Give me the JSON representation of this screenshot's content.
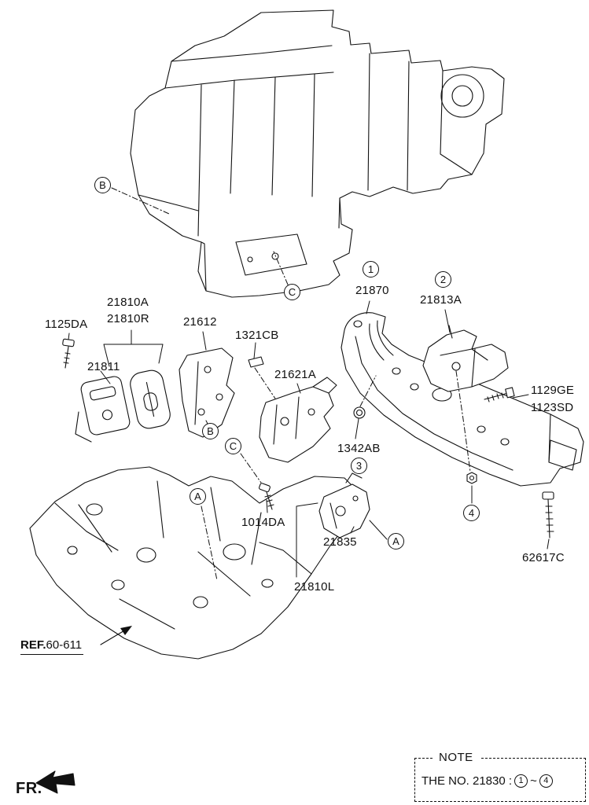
{
  "page": {
    "background": "#ffffff",
    "line_color": "#111111"
  },
  "parts": {
    "p1125DA": "1125DA",
    "p21810A": "21810A",
    "p21810R": "21810R",
    "p21811": "21811",
    "p21612": "21612",
    "p1321CB": "1321CB",
    "p21621A": "21621A",
    "p21870": "21870",
    "p21813A": "21813A",
    "p1129GE": "1129GE",
    "p1123SD": "1123SD",
    "p1342AB": "1342AB",
    "p1014DA": "1014DA",
    "p21835": "21835",
    "p21810L": "21810L",
    "p62617C": "62617C"
  },
  "callouts": {
    "b_engine": "B",
    "c_engine": "C",
    "no1": "1",
    "no2": "2",
    "b_bracket": "B",
    "c_bracket": "C",
    "a_subframe": "A",
    "no3": "3",
    "a_bracket": "A",
    "no4": "4"
  },
  "ref": {
    "label": "REF.",
    "number": "60-611"
  },
  "front_marker": "FR.",
  "note": {
    "title": "NOTE",
    "text_prefix": "THE NO. 21830  :",
    "range_from": "1",
    "range_tilde": "~",
    "range_to": "4"
  }
}
